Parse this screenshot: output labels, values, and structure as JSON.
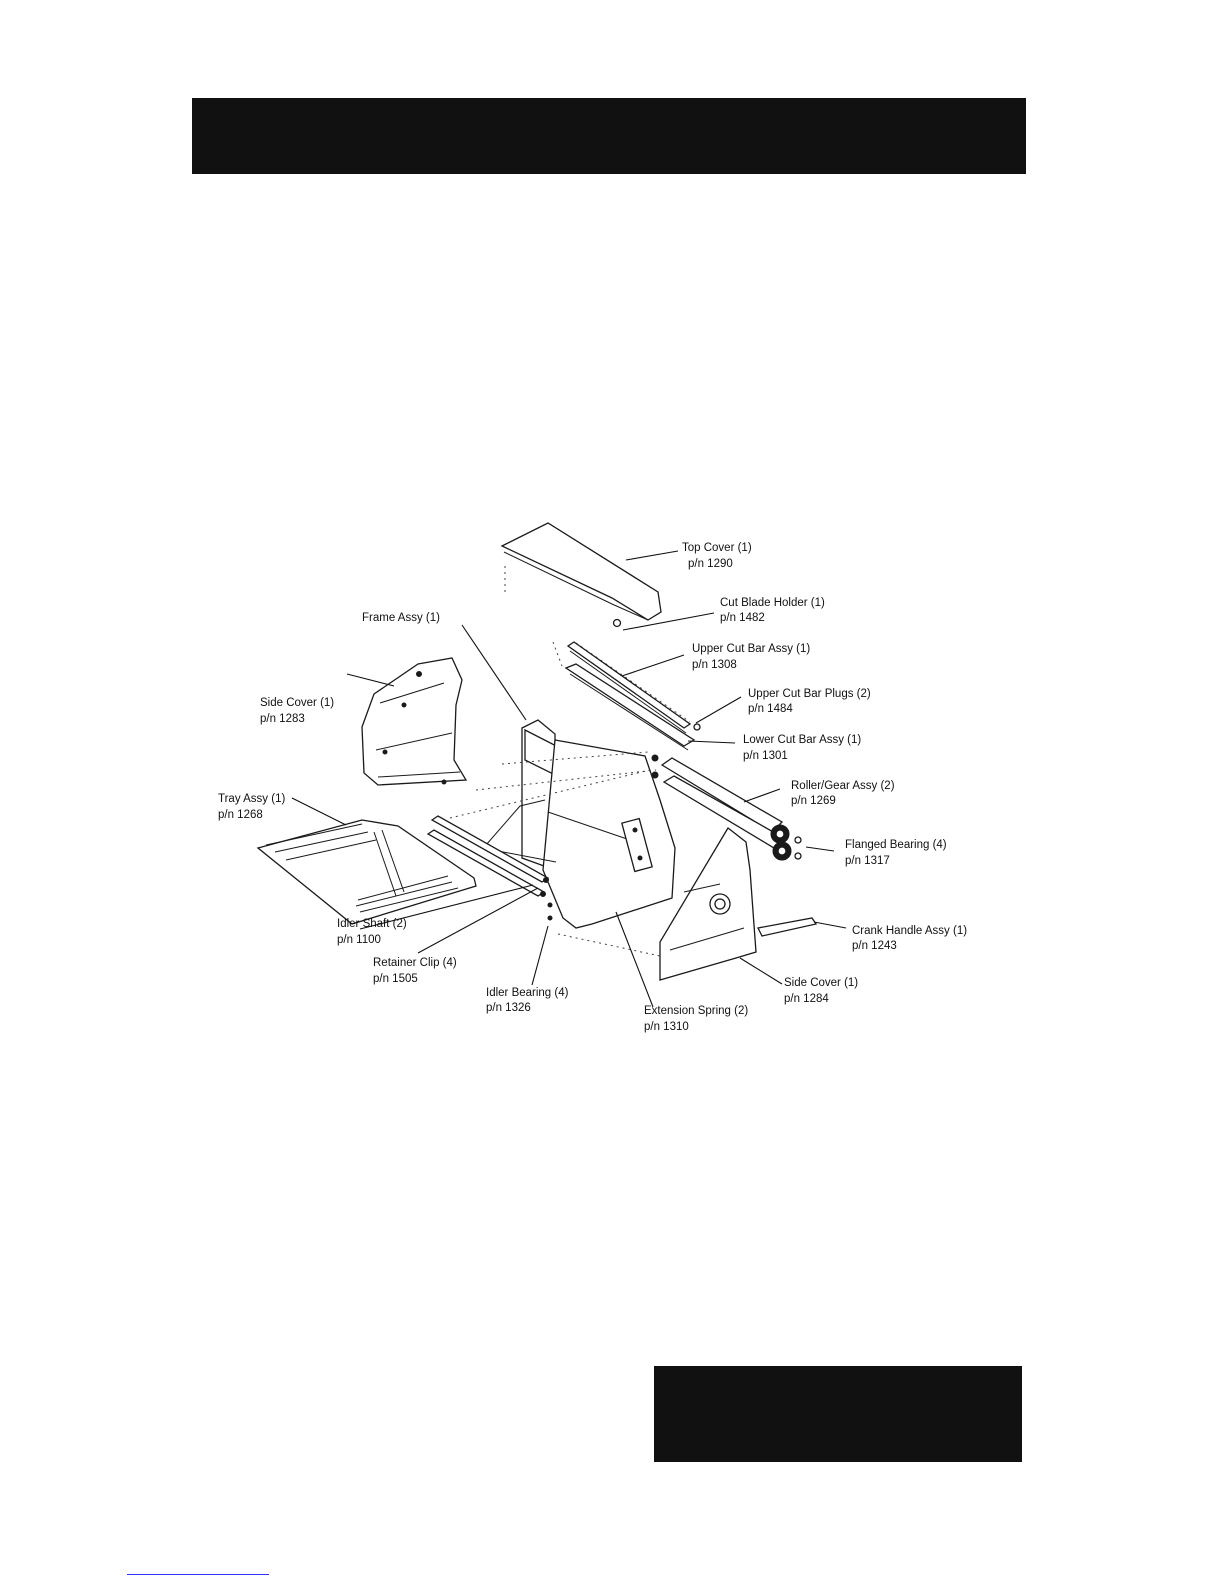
{
  "callouts": [
    {
      "key": "top_cover",
      "name": "Top Cover (1)",
      "pn": "p/n 1290"
    },
    {
      "key": "cut_blade_holder",
      "name": "Cut Blade Holder (1)",
      "pn": "p/n 1482"
    },
    {
      "key": "frame_assy",
      "name": "Frame Assy (1)",
      "pn": ""
    },
    {
      "key": "upper_cut_bar_assy",
      "name": "Upper Cut Bar Assy (1)",
      "pn": "p/n 1308"
    },
    {
      "key": "upper_cut_bar_plugs",
      "name": "Upper Cut Bar Plugs (2)",
      "pn": "p/n 1484"
    },
    {
      "key": "side_cover_left",
      "name": "Side Cover (1)",
      "pn": "p/n 1283"
    },
    {
      "key": "lower_cut_bar_assy",
      "name": "Lower Cut Bar Assy (1)",
      "pn": "p/n 1301"
    },
    {
      "key": "roller_gear_assy",
      "name": "Roller/Gear Assy (2)",
      "pn": "p/n 1269"
    },
    {
      "key": "tray_assy",
      "name": "Tray Assy (1)",
      "pn": "p/n 1268"
    },
    {
      "key": "flanged_bearing",
      "name": "Flanged Bearing (4)",
      "pn": "p/n 1317"
    },
    {
      "key": "crank_handle_assy",
      "name": "Crank Handle Assy (1)",
      "pn": "p/n 1243"
    },
    {
      "key": "idler_shaft",
      "name": "Idler Shaft (2)",
      "pn": "p/n 1100"
    },
    {
      "key": "retainer_clip",
      "name": "Retainer Clip (4)",
      "pn": "p/n 1505"
    },
    {
      "key": "side_cover_right",
      "name": "Side Cover (1)",
      "pn": "p/n 1284"
    },
    {
      "key": "idler_bearing",
      "name": "Idler Bearing (4)",
      "pn": "p/n 1326"
    },
    {
      "key": "extension_spring",
      "name": "Extension Spring (2)",
      "pn": "p/n 1310"
    }
  ]
}
